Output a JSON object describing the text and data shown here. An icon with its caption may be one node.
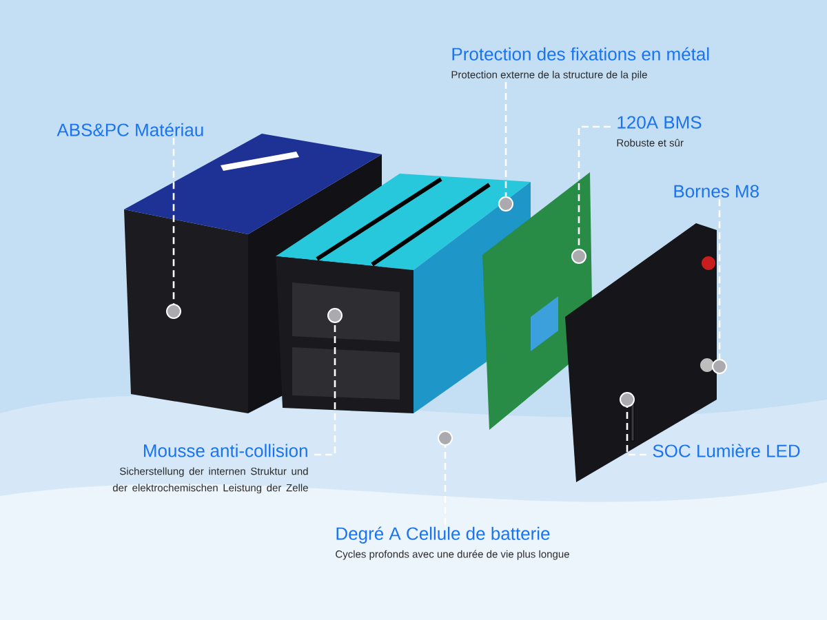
{
  "diagram": {
    "nodes": [
      {
        "text": [
          "Protection des fixations en métal",
          "Protection externe de la structure de la pile"
        ]
      },
      {
        "text": [
          "120A BMS",
          "Robuste et sûr"
        ]
      },
      {
        "text": [
          "ABS&PC Matériau"
        ]
      },
      {
        "text": [
          "Bornes M8"
        ]
      },
      {
        "text": [
          "Mousse anti-collision",
          "Sicherstellung der internen Struktur und der elektrochemischen Leistung der Zelle"
        ]
      },
      {
        "text": [
          "SOC Lumière LED"
        ]
      },
      {
        "text": [
          "Degré A Cellule de batterie",
          "Cycles profonds avec une durée de vie plus longue"
        ]
      },
      {
        "text": [],
        "shape": "circle"
      },
      {
        "text": [],
        "shape": "circle"
      },
      {
        "text": [],
        "shape": "circle"
      },
      {
        "text": [],
        "shape": "circle"
      },
      {
        "text": [],
        "shape": "circle"
      },
      {
        "text": [],
        "shape": "circle"
      },
      {
        "text": [],
        "shape": "circle"
      }
    ],
    "edges": [
      {
        "from": 0,
        "to": 7,
        "arrow": "none",
        "style": "dashed"
      },
      {
        "from": 1,
        "to": 8,
        "arrow": "none",
        "style": "dashed"
      },
      {
        "from": 2,
        "to": 9,
        "arrow": "none",
        "style": "dashed"
      },
      {
        "from": 3,
        "to": 10,
        "arrow": "none",
        "style": "dashed"
      },
      {
        "from": 4,
        "to": 11,
        "arrow": "none",
        "style": "dashed"
      },
      {
        "from": 5,
        "to": 12,
        "arrow": "none",
        "style": "dashed"
      },
      {
        "from": 6,
        "to": 13,
        "arrow": "none",
        "style": "dashed"
      }
    ]
  }
}
